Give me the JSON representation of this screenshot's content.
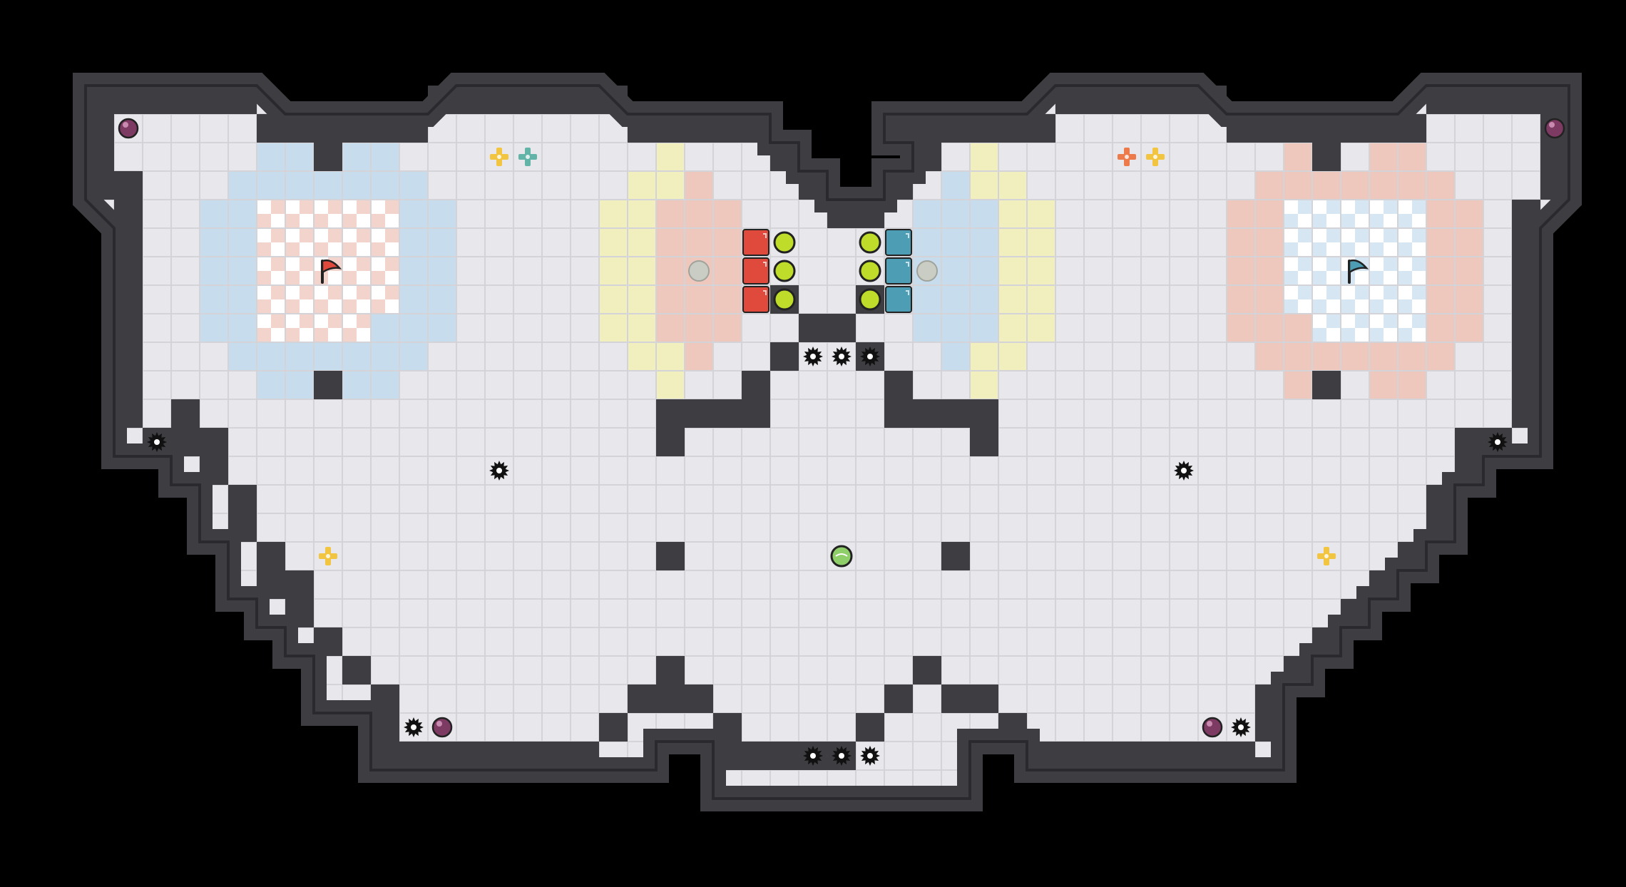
{
  "grid": {
    "cols": 52,
    "rows": 25
  },
  "colors": {
    "background": "#000000",
    "floor": "#e8e8ec",
    "grid_line": "#d3d3d8",
    "wall": "#3e3e42",
    "wall_edge": "#2a2a2e",
    "wall_highlight": "#6c6c72",
    "red_zone": "#eec7bd",
    "blue_zone": "#c7dcec",
    "yellow_zone": "#f2efbf",
    "red_check": "#f3d4cc",
    "blue_check": "#d6e6f2",
    "red_team": "#e04a3c",
    "blue_team": "#4d9db5",
    "yellow_item": "#f2c540",
    "green_button": "#c0dc2a",
    "bomb": "#7d3a62"
  },
  "walls": [
    [
      0,
      0,
      4,
      1
    ],
    [
      4,
      0,
      1,
      1
    ],
    [
      5,
      0,
      1,
      1
    ],
    [
      13,
      0,
      5,
      1
    ],
    [
      12,
      0,
      1,
      1
    ],
    [
      18,
      0,
      1,
      1
    ],
    [
      19,
      1,
      5,
      1
    ],
    [
      6,
      1,
      6,
      1
    ],
    [
      0,
      1,
      1,
      3
    ],
    [
      1,
      3,
      1,
      1
    ],
    [
      1,
      4,
      1,
      8
    ],
    [
      2,
      12,
      2,
      1
    ],
    [
      3,
      11,
      1,
      1
    ],
    [
      4,
      12,
      1,
      1
    ],
    [
      4,
      13,
      1,
      1
    ],
    [
      5,
      14,
      1,
      1
    ],
    [
      5,
      15,
      1,
      1
    ],
    [
      6,
      16,
      1,
      1
    ],
    [
      6,
      17,
      2,
      1
    ],
    [
      7,
      18,
      1,
      1
    ],
    [
      8,
      19,
      1,
      1
    ],
    [
      9,
      20,
      1,
      1
    ],
    [
      10,
      21,
      1,
      1
    ],
    [
      10,
      22,
      1,
      1
    ],
    [
      10,
      23,
      8,
      1
    ],
    [
      18,
      22,
      1,
      1
    ],
    [
      19,
      21,
      2,
      1
    ],
    [
      20,
      20,
      1,
      1
    ],
    [
      21,
      21,
      1,
      1
    ],
    [
      22,
      22,
      1,
      1
    ],
    [
      22,
      23,
      1,
      1
    ],
    [
      23,
      23,
      4,
      1
    ],
    [
      26,
      23,
      1,
      1
    ],
    [
      27,
      22,
      1,
      1
    ],
    [
      28,
      21,
      1,
      1
    ],
    [
      29,
      20,
      1,
      1
    ],
    [
      30,
      21,
      2,
      1
    ],
    [
      32,
      22,
      1,
      1
    ],
    [
      33,
      23,
      8,
      1
    ],
    [
      41,
      21,
      1,
      2
    ],
    [
      42,
      20,
      1,
      1
    ],
    [
      43,
      19,
      1,
      1
    ],
    [
      44,
      18,
      1,
      1
    ],
    [
      45,
      17,
      1,
      1
    ],
    [
      46,
      16,
      1,
      1
    ],
    [
      47,
      15,
      1,
      1
    ],
    [
      47,
      14,
      1,
      1
    ],
    [
      48,
      13,
      1,
      1
    ],
    [
      48,
      12,
      1,
      1
    ],
    [
      49,
      12,
      1,
      1
    ],
    [
      50,
      11,
      1,
      1
    ],
    [
      50,
      4,
      1,
      8
    ],
    [
      51,
      3,
      1,
      1
    ],
    [
      51,
      0,
      1,
      3
    ],
    [
      47,
      0,
      4,
      1
    ],
    [
      46,
      1,
      1,
      1
    ],
    [
      40,
      1,
      6,
      1
    ],
    [
      34,
      0,
      5,
      1
    ],
    [
      33,
      1,
      1,
      1
    ],
    [
      39,
      0,
      1,
      1
    ],
    [
      28,
      1,
      5,
      1
    ],
    [
      24,
      2,
      1,
      1
    ],
    [
      25,
      3,
      1,
      1
    ],
    [
      26,
      4,
      2,
      1
    ],
    [
      28,
      3,
      1,
      1
    ],
    [
      29,
      2,
      1,
      1
    ],
    [
      25,
      8,
      2,
      1
    ],
    [
      24,
      9,
      1,
      1
    ],
    [
      27,
      9,
      1,
      1
    ],
    [
      23,
      10,
      1,
      1
    ],
    [
      28,
      10,
      1,
      1
    ],
    [
      20,
      11,
      3,
      1
    ],
    [
      29,
      11,
      3,
      1
    ],
    [
      23,
      11,
      1,
      1
    ],
    [
      28,
      11,
      1,
      1
    ],
    [
      20,
      12,
      1,
      1
    ],
    [
      31,
      12,
      1,
      1
    ],
    [
      24,
      7,
      1,
      1
    ],
    [
      27,
      7,
      1,
      1
    ],
    [
      8,
      2,
      1,
      1
    ],
    [
      43,
      2,
      1,
      1
    ],
    [
      8,
      10,
      1,
      1
    ],
    [
      43,
      10,
      1,
      1
    ],
    [
      20,
      16,
      1,
      1
    ],
    [
      30,
      16,
      1,
      1
    ]
  ],
  "zones": {
    "left_blue": [
      [
        6,
        2,
        2
      ],
      [
        9,
        2,
        2
      ],
      [
        5,
        3,
        7
      ],
      [
        4,
        4,
        9
      ],
      [
        4,
        5,
        9
      ],
      [
        4,
        6,
        9
      ],
      [
        4,
        7,
        9
      ],
      [
        4,
        8,
        9
      ],
      [
        5,
        9,
        7
      ],
      [
        6,
        10,
        2
      ],
      [
        9,
        10,
        2
      ]
    ],
    "left_red_check": [
      [
        6,
        4,
        5
      ],
      [
        6,
        5,
        5
      ],
      [
        6,
        6,
        5
      ],
      [
        6,
        7,
        5
      ],
      [
        6,
        8,
        4
      ]
    ],
    "right_red": [
      [
        42,
        2,
        2
      ],
      [
        45,
        2,
        2
      ],
      [
        41,
        3,
        7
      ],
      [
        40,
        4,
        9
      ],
      [
        40,
        5,
        9
      ],
      [
        40,
        6,
        9
      ],
      [
        40,
        7,
        9
      ],
      [
        40,
        8,
        9
      ],
      [
        41,
        9,
        7
      ],
      [
        42,
        10,
        2
      ],
      [
        45,
        10,
        2
      ]
    ],
    "right_blue_check": [
      [
        42,
        4,
        5
      ],
      [
        42,
        5,
        5
      ],
      [
        42,
        6,
        5
      ],
      [
        42,
        7,
        5
      ],
      [
        43,
        8,
        4
      ]
    ],
    "mid_left_yellow": [
      [
        20,
        2,
        1
      ],
      [
        19,
        3,
        2
      ],
      [
        18,
        4,
        2
      ],
      [
        18,
        5,
        2
      ],
      [
        18,
        6,
        2
      ],
      [
        18,
        7,
        2
      ],
      [
        18,
        8,
        2
      ],
      [
        19,
        9,
        2
      ],
      [
        20,
        10,
        1
      ]
    ],
    "mid_left_red": [
      [
        21,
        3,
        1
      ],
      [
        20,
        4,
        3
      ],
      [
        20,
        5,
        3
      ],
      [
        20,
        6,
        3
      ],
      [
        20,
        7,
        3
      ],
      [
        20,
        8,
        3
      ],
      [
        21,
        9,
        1
      ]
    ],
    "mid_right_blue": [
      [
        30,
        3,
        1
      ],
      [
        29,
        4,
        3
      ],
      [
        29,
        5,
        3
      ],
      [
        29,
        6,
        3
      ],
      [
        29,
        7,
        3
      ],
      [
        29,
        8,
        3
      ],
      [
        30,
        9,
        1
      ]
    ],
    "mid_right_yellow": [
      [
        31,
        2,
        1
      ],
      [
        31,
        3,
        2
      ],
      [
        32,
        4,
        2
      ],
      [
        32,
        5,
        2
      ],
      [
        32,
        6,
        2
      ],
      [
        32,
        7,
        2
      ],
      [
        32,
        8,
        2
      ],
      [
        31,
        9,
        2
      ],
      [
        31,
        10,
        1
      ]
    ]
  },
  "objects": {
    "flags": [
      {
        "team": "red",
        "col": 8,
        "row": 6
      },
      {
        "team": "blue",
        "col": 44,
        "row": 6
      }
    ],
    "bombs": [
      {
        "col": 1,
        "row": 1
      },
      {
        "col": 51,
        "row": 1
      },
      {
        "col": 12,
        "row": 22
      },
      {
        "col": 39,
        "row": 22
      }
    ],
    "spikes": [
      {
        "col": 2,
        "row": 12
      },
      {
        "col": 49,
        "row": 12
      },
      {
        "col": 14,
        "row": 13
      },
      {
        "col": 38,
        "row": 13
      },
      {
        "col": 11,
        "row": 22
      },
      {
        "col": 40,
        "row": 22
      },
      {
        "col": 25,
        "row": 9
      },
      {
        "col": 26,
        "row": 9
      },
      {
        "col": 27,
        "row": 9
      },
      {
        "col": 25,
        "row": 23
      },
      {
        "col": 26,
        "row": 23
      },
      {
        "col": 27,
        "row": 23
      }
    ],
    "powerups": [
      {
        "color": "yellow",
        "col": 14,
        "row": 2
      },
      {
        "color": "teal",
        "col": 15,
        "row": 2
      },
      {
        "color": "orange",
        "col": 36,
        "row": 2
      },
      {
        "color": "yellow",
        "col": 37,
        "row": 2
      },
      {
        "color": "yellow",
        "col": 8,
        "row": 16
      },
      {
        "color": "yellow",
        "col": 43,
        "row": 16
      }
    ],
    "red_gates": [
      {
        "col": 23,
        "row": 5
      },
      {
        "col": 23,
        "row": 6
      },
      {
        "col": 23,
        "row": 7
      }
    ],
    "blue_gates": [
      {
        "col": 28,
        "row": 5
      },
      {
        "col": 28,
        "row": 6
      },
      {
        "col": 28,
        "row": 7
      }
    ],
    "buttons": [
      {
        "col": 24,
        "row": 5
      },
      {
        "col": 24,
        "row": 6
      },
      {
        "col": 24,
        "row": 7
      },
      {
        "col": 27,
        "row": 5
      },
      {
        "col": 27,
        "row": 6
      },
      {
        "col": 27,
        "row": 7
      }
    ],
    "neutral_buttons": [
      {
        "col": 21,
        "row": 6
      },
      {
        "col": 29,
        "row": 6
      }
    ],
    "center_ball": {
      "col": 26,
      "row": 16
    }
  }
}
